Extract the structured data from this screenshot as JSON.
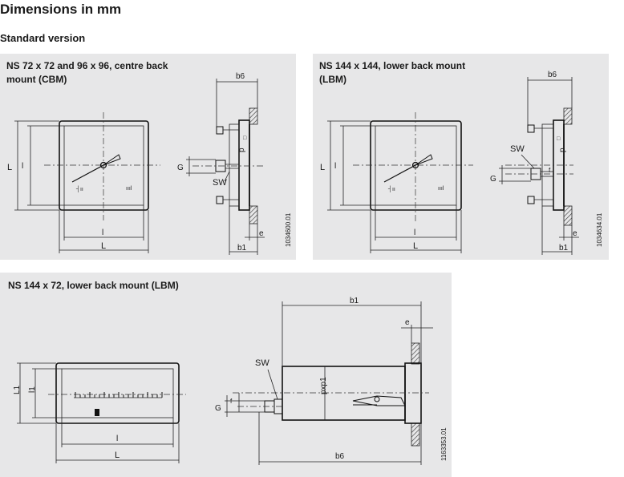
{
  "page": {
    "title": "Dimensions in mm",
    "subtitle": "Standard version"
  },
  "panels": [
    {
      "title_line1": "NS 72 x 72 and 96 x 96, centre back",
      "title_line2": "mount (CBM)",
      "drawing_number": "1034600.01",
      "labels": {
        "L": "L",
        "l": "l",
        "G": "G",
        "SW": "SW",
        "p": "p",
        "sq": "□",
        "b6": "b6",
        "b1": "b1",
        "e": "e"
      }
    },
    {
      "title_line1": "NS 144 x 144, lower back mount",
      "title_line2": "(LBM)",
      "drawing_number": "1034634.01",
      "labels": {
        "L": "L",
        "l": "l",
        "G": "G",
        "SW": "SW",
        "p": "p",
        "sq": "□",
        "f": "f",
        "b6": "b6",
        "b1": "b1",
        "e": "e"
      }
    },
    {
      "title_line1": "NS 144 x 72, lower back mount (LBM)",
      "drawing_number": "1163353.01",
      "labels": {
        "L": "L",
        "l": "l",
        "L1": "L1",
        "l1": "l1",
        "G": "G",
        "f": "f",
        "SW": "SW",
        "pxp1": "pxp1",
        "b1": "b1",
        "b6": "b6",
        "e": "e"
      }
    }
  ]
}
